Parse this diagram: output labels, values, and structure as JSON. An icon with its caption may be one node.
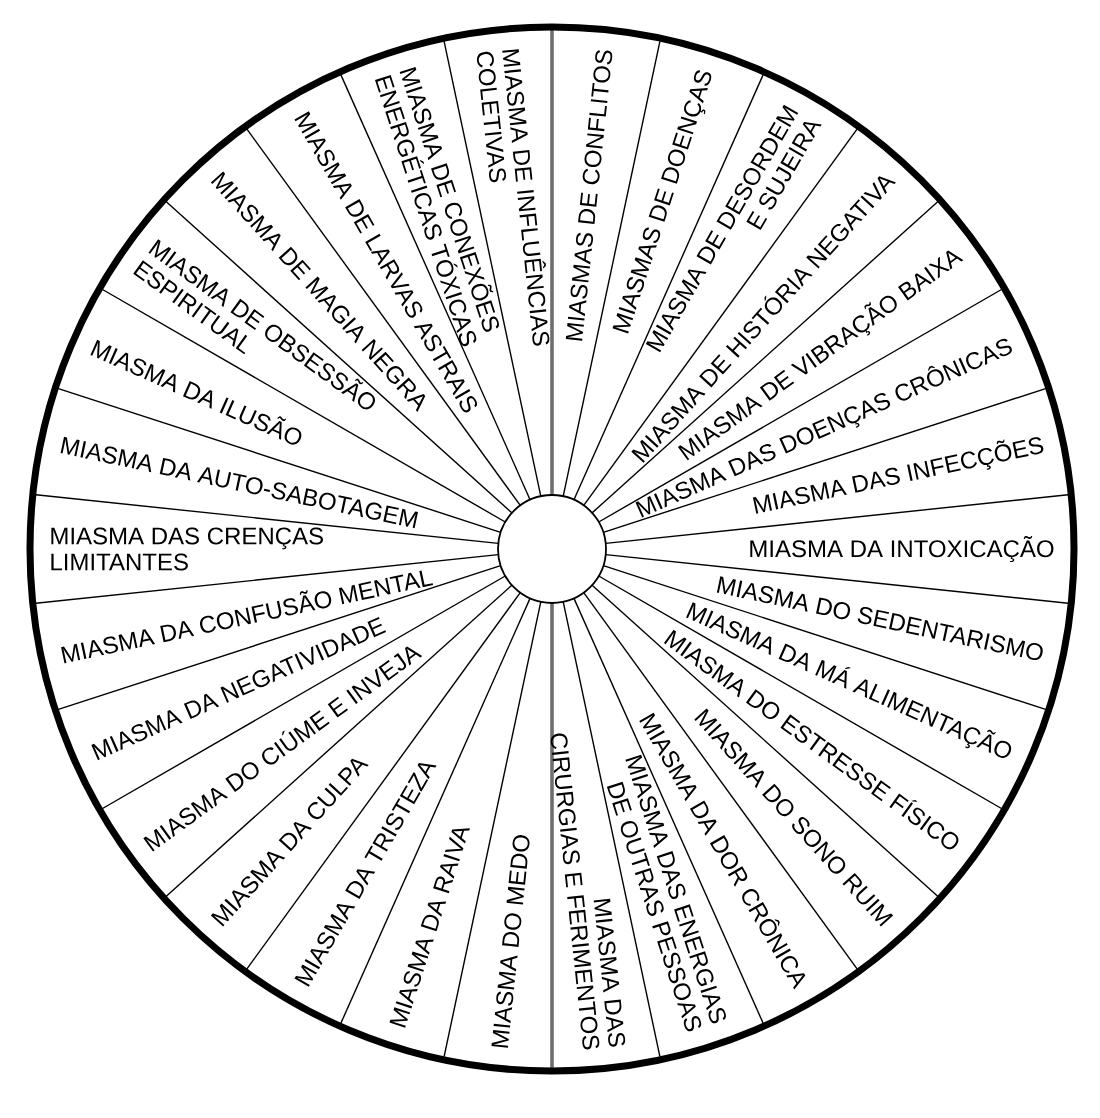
{
  "diagram": {
    "nodes": [
      {
        "text": [
          "MIASMAS DE CONFLITOS"
        ]
      },
      {
        "text": [
          "MIASMAS DE DOENÇAS"
        ]
      },
      {
        "text": [
          "MIASMA DE DESORDEM E SUJEIRA"
        ]
      },
      {
        "text": [
          "MIASMA DE HISTÓRIA NEGATIVA"
        ]
      },
      {
        "text": [
          "MIASMA DE VIBRAÇÃO BAIXA"
        ]
      },
      {
        "text": [
          "MIASMA DAS DOENÇAS CRÔNICAS"
        ]
      },
      {
        "text": [
          "MIASMA DAS INFECÇÕES"
        ]
      },
      {
        "text": [
          "MIASMA DA INTOXICAÇÃO"
        ]
      },
      {
        "text": [
          "MIASMA DO SEDENTARISMO"
        ]
      },
      {
        "text": [
          "MIASMA DA MÁ ALIMENTAÇÃO"
        ]
      },
      {
        "text": [
          "MIASMA DO ESTRESSE FÍSICO"
        ]
      },
      {
        "text": [
          "MIASMA DO SONO RUIM"
        ]
      },
      {
        "text": [
          "MIASMA DA DOR CRÔNICA"
        ]
      },
      {
        "text": [
          "MIASMA DAS ENERGIAS DE OUTRAS PESSOAS"
        ]
      },
      {
        "text": [
          "MIASMA DAS CIRURGIAS E FERIMENTOS"
        ]
      },
      {
        "text": [
          "MIASMA DO MEDO"
        ]
      },
      {
        "text": [
          "MIASMA DA RAIVA"
        ]
      },
      {
        "text": [
          "MIASMA DA TRISTEZA"
        ]
      },
      {
        "text": [
          "MIASMA DA CULPA"
        ]
      },
      {
        "text": [
          "MIASMA DO CIÚME E INVEJA"
        ]
      },
      {
        "text": [
          "MIASMA DA NEGATIVIDADE"
        ]
      },
      {
        "text": [
          "MIASMA DA CONFUSÃO MENTAL"
        ]
      },
      {
        "text": [
          "MIASMA DAS CRENÇAS LIMITANTES"
        ]
      },
      {
        "text": [
          "MIASMA DA AUTO-SABOTAGEM"
        ]
      },
      {
        "text": [
          "MIASMA DA ILUSÃO"
        ]
      },
      {
        "text": [
          "MIASMA DE OBSESSÃO ESPIRITUAL"
        ]
      },
      {
        "text": [
          "MIASMA DE MAGIA NEGRA"
        ]
      },
      {
        "text": [
          "MIASMA DE LARVAS ASTRAIS"
        ]
      },
      {
        "text": [
          "MIASMA DE CONEXÕES ENERGÉTICAS TÓXICAS"
        ]
      },
      {
        "text": [
          "MIASMA DE INFLUÊNCIAS COLETIVAS"
        ]
      }
    ]
  }
}
